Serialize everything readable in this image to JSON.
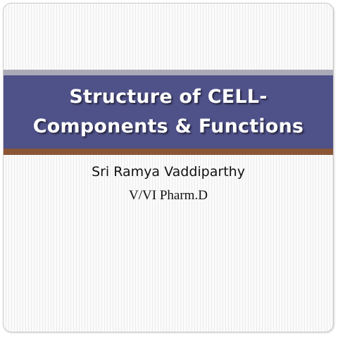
{
  "slide": {
    "title": "Structure of CELL- Components & Functions",
    "author": "Sri Ramya Vaddiparthy",
    "course": "V/VI Pharm.D"
  },
  "colors": {
    "title_band": "#4f5189",
    "top_stripe": "#aaaab8",
    "bottom_stripe": "#8a5636",
    "title_text": "#ffffff"
  }
}
